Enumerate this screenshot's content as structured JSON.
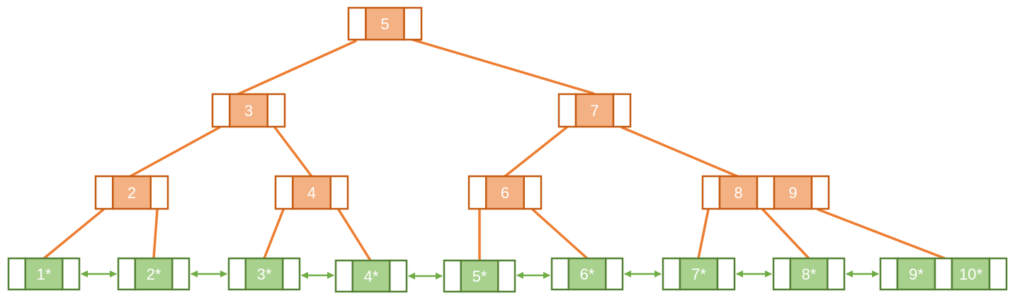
{
  "colors": {
    "internal_fill": "#F4B183",
    "internal_stroke": "#C55A11",
    "internal_edge": "#ED7D31",
    "leaf_fill": "#A9D18E",
    "leaf_stroke": "#548235",
    "leaf_link": "#70AD47",
    "pointer_fill": "#FFFFFF",
    "text": "#FFFFFF"
  },
  "internal_nodes": [
    {
      "id": "n5",
      "keys": [
        "5"
      ]
    },
    {
      "id": "n3",
      "keys": [
        "3"
      ]
    },
    {
      "id": "n7",
      "keys": [
        "7"
      ]
    },
    {
      "id": "n2",
      "keys": [
        "2"
      ]
    },
    {
      "id": "n4",
      "keys": [
        "4"
      ]
    },
    {
      "id": "n6",
      "keys": [
        "6"
      ]
    },
    {
      "id": "n89",
      "keys": [
        "8",
        "9"
      ]
    }
  ],
  "leaf_nodes": [
    {
      "id": "l1",
      "keys": [
        "1*"
      ]
    },
    {
      "id": "l2",
      "keys": [
        "2*"
      ]
    },
    {
      "id": "l3",
      "keys": [
        "3*"
      ]
    },
    {
      "id": "l4",
      "keys": [
        "4*"
      ]
    },
    {
      "id": "l5",
      "keys": [
        "5*"
      ]
    },
    {
      "id": "l6",
      "keys": [
        "6*"
      ]
    },
    {
      "id": "l7",
      "keys": [
        "7*"
      ]
    },
    {
      "id": "l8",
      "keys": [
        "8*"
      ]
    },
    {
      "id": "l9",
      "keys": [
        "9*",
        "10*"
      ]
    }
  ],
  "edges": [
    {
      "from": "n5",
      "to": "n3"
    },
    {
      "from": "n5",
      "to": "n7"
    },
    {
      "from": "n3",
      "to": "n2"
    },
    {
      "from": "n3",
      "to": "n4"
    },
    {
      "from": "n7",
      "to": "n6"
    },
    {
      "from": "n7",
      "to": "n89"
    },
    {
      "from": "n2",
      "to": "l1"
    },
    {
      "from": "n2",
      "to": "l2"
    },
    {
      "from": "n4",
      "to": "l3"
    },
    {
      "from": "n4",
      "to": "l4"
    },
    {
      "from": "n6",
      "to": "l5"
    },
    {
      "from": "n6",
      "to": "l6"
    },
    {
      "from": "n89",
      "to": "l7"
    },
    {
      "from": "n89",
      "to": "l8"
    },
    {
      "from": "n89",
      "to": "l9"
    }
  ],
  "leaf_links": [
    [
      "l1",
      "l2"
    ],
    [
      "l2",
      "l3"
    ],
    [
      "l3",
      "l4"
    ],
    [
      "l4",
      "l5"
    ],
    [
      "l5",
      "l6"
    ],
    [
      "l6",
      "l7"
    ],
    [
      "l7",
      "l8"
    ],
    [
      "l8",
      "l9"
    ]
  ]
}
